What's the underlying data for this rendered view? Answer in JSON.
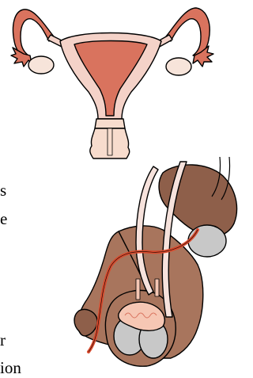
{
  "text_fragments": [
    "s",
    "e",
    "r",
    "ion"
  ],
  "colors": {
    "uterus_muscle": "#f4d2c8",
    "uterus_lining": "#d9735e",
    "ovary": "#f7e4da",
    "tube": "#d9735e",
    "vagina": "#f7dccd",
    "skin": "#a8755d",
    "skin_dark": "#8e5f4a",
    "testis": "#c8c8c8",
    "vas_deferens": "#d94a2d",
    "duct_pale": "#f6e2dc",
    "gland": "#f6c7b4",
    "outline": "#000000"
  },
  "icons": {
    "female": "female-reproductive-system",
    "male": "male-reproductive-system"
  }
}
